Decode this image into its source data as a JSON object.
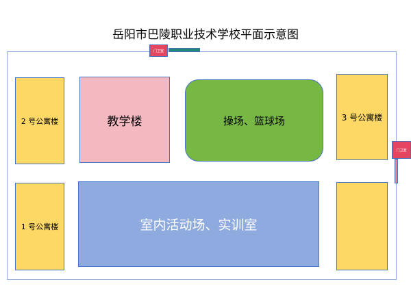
{
  "title": "岳阳市巴陵职业技术学校平面示意图",
  "gates": {
    "top": "门卫室",
    "right": "门卫室"
  },
  "buildings": {
    "dorm2": "2 号公寓楼",
    "teaching": "教学楼",
    "playground": "操场、篮球场",
    "dorm3": "3 号公寓楼",
    "dorm1": "1 号公寓楼",
    "indoor": "室内活动场、实训室"
  },
  "colors": {
    "dorm": "#fdd865",
    "teaching": "#f4b8c1",
    "playground": "#76b843",
    "indoor": "#8eaadf",
    "gate": "#e5455e",
    "gate_bar": "#1f8a7a",
    "wall": "#8faadc"
  }
}
